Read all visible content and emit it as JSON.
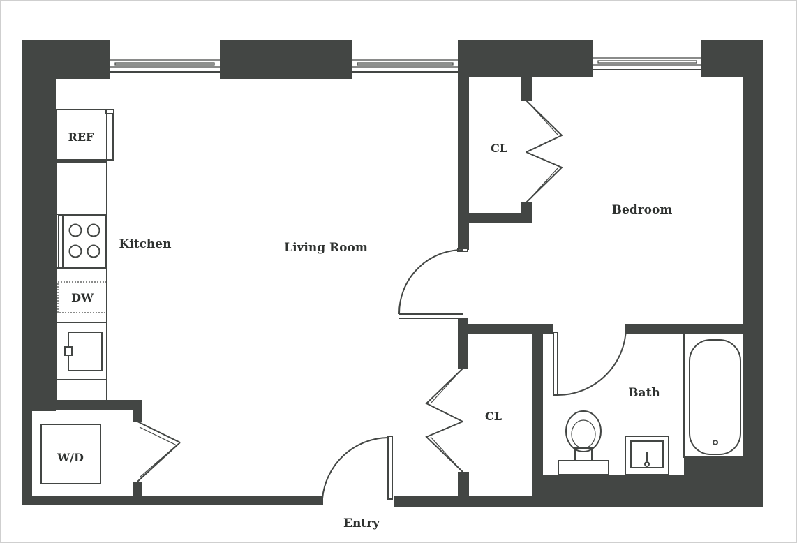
{
  "rooms": {
    "ref": "REF",
    "kitchen": "Kitchen",
    "living_room": "Living Room",
    "closet_top": "CL",
    "bedroom": "Bedroom",
    "dw": "DW",
    "closet_bottom": "CL",
    "bath": "Bath",
    "wd": "W/D",
    "entry": "Entry"
  },
  "colors": {
    "wall": "#434644",
    "text": "#2f3230",
    "background": "#ffffff"
  }
}
